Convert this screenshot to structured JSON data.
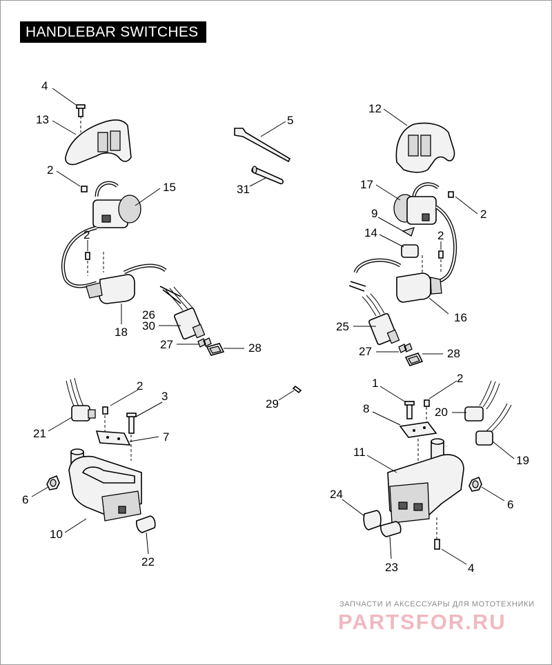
{
  "title": "HANDLEBAR SWITCHES",
  "callouts": [
    {
      "id": "4"
    },
    {
      "id": "13"
    },
    {
      "id": "2"
    },
    {
      "id": "15"
    },
    {
      "id": "2"
    },
    {
      "id": "18"
    },
    {
      "id": "5"
    },
    {
      "id": "31"
    },
    {
      "id": "26"
    },
    {
      "id": "30"
    },
    {
      "id": "27"
    },
    {
      "id": "28"
    },
    {
      "id": "12"
    },
    {
      "id": "17"
    },
    {
      "id": "2"
    },
    {
      "id": "9"
    },
    {
      "id": "14"
    },
    {
      "id": "2"
    },
    {
      "id": "16"
    },
    {
      "id": "25"
    },
    {
      "id": "27"
    },
    {
      "id": "28"
    },
    {
      "id": "2"
    },
    {
      "id": "3"
    },
    {
      "id": "21"
    },
    {
      "id": "7"
    },
    {
      "id": "6"
    },
    {
      "id": "10"
    },
    {
      "id": "22"
    },
    {
      "id": "29"
    },
    {
      "id": "1"
    },
    {
      "id": "2"
    },
    {
      "id": "8"
    },
    {
      "id": "20"
    },
    {
      "id": "11"
    },
    {
      "id": "19"
    },
    {
      "id": "24"
    },
    {
      "id": "6"
    },
    {
      "id": "23"
    },
    {
      "id": "4"
    }
  ],
  "watermark": {
    "tagline": "ЗАПЧАСТИ И АКСЕССУАРЫ ДЛЯ МОТОТЕХНИКИ",
    "logo": "PARTSFOR.RU",
    "color": "#f0b9bf"
  }
}
